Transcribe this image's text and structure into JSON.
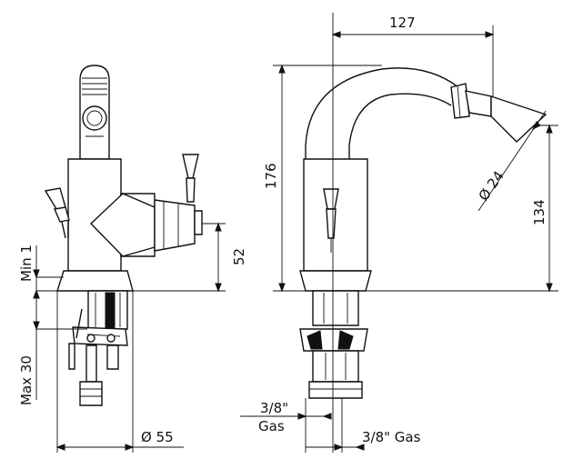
{
  "front_view": {
    "dim_min": "Min 1",
    "dim_max": "Max 30",
    "dim_height_lever": "52",
    "dim_base": "Ø 55",
    "pipe_gas": "3/8\"",
    "pipe_gas_word": "Gas"
  },
  "side_view": {
    "dim_reach": "127",
    "dim_height": "176",
    "dim_outlet_dia": "Ø 24",
    "dim_outlet_height": "134",
    "pipe_gas_right": "3/8\" Gas"
  }
}
